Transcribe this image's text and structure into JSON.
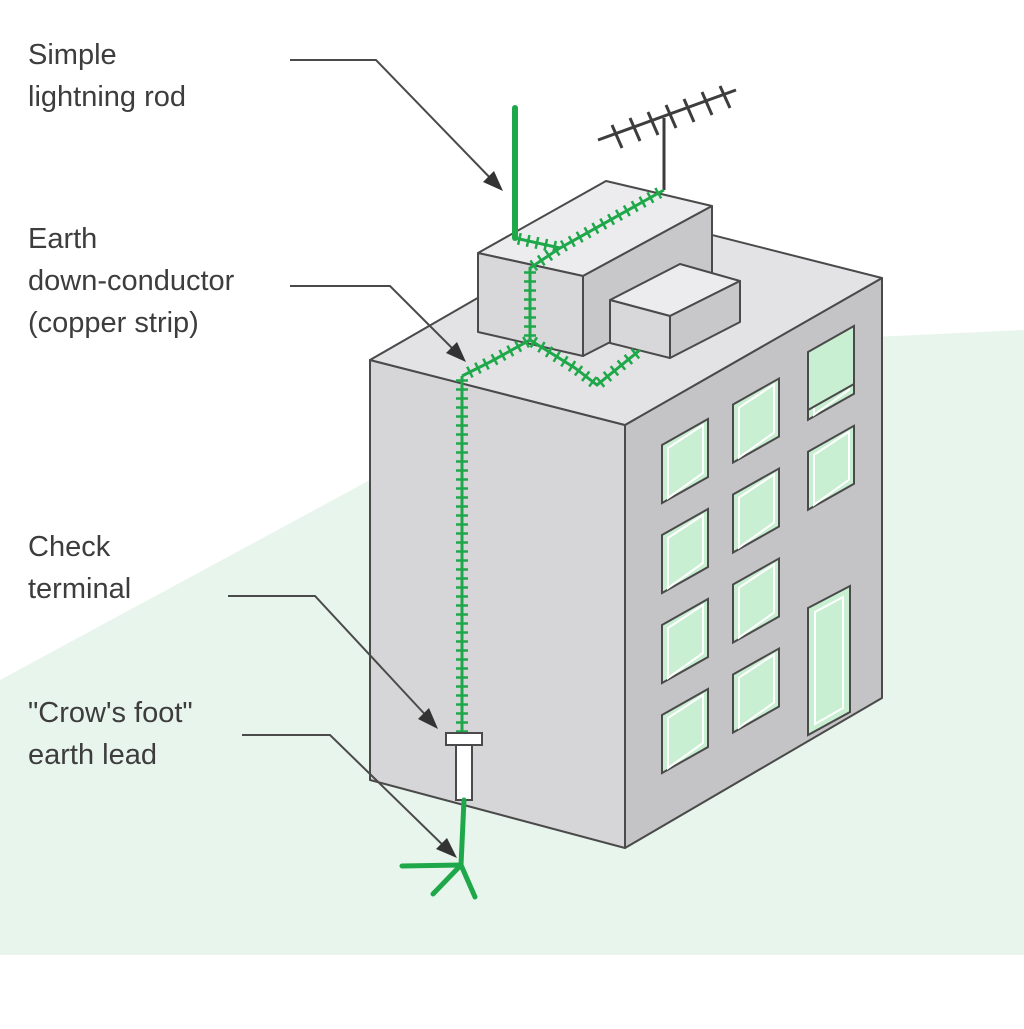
{
  "labels": {
    "lightning_rod": [
      "Simple",
      "lightning rod"
    ],
    "down_conductor": [
      "Earth",
      "down-conductor",
      "(copper strip)"
    ],
    "check_terminal": [
      "Check",
      "terminal"
    ],
    "crows_foot": [
      "\"Crow's foot\"",
      "earth lead"
    ]
  },
  "colors": {
    "conductor": "#1fa84a",
    "ground": "#e8f5ec",
    "window_glass": "#c9efd2",
    "building_front": "#d6d6d8",
    "building_side": "#c6c6c8",
    "building_top": "#e3e3e5",
    "outline": "#4a4a4a",
    "label_text": "#3d3d3d"
  }
}
